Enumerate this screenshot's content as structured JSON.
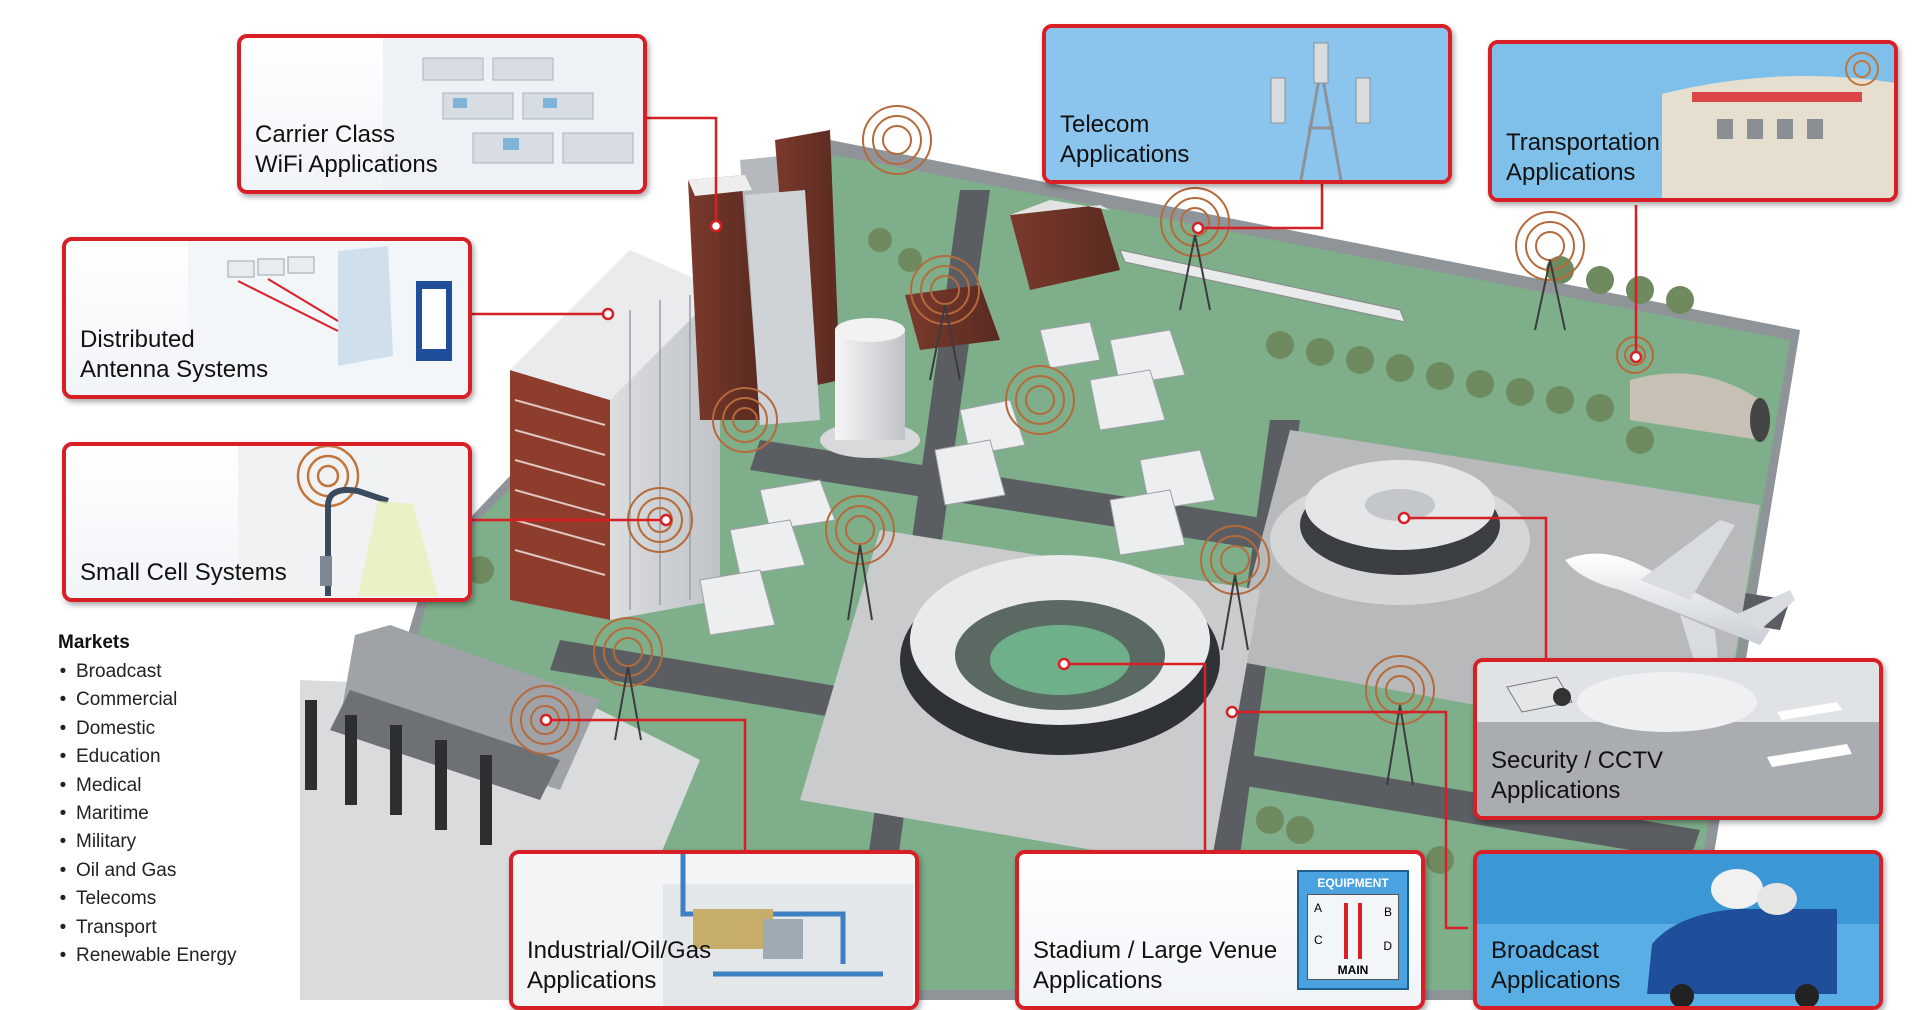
{
  "callouts": {
    "wifi": "Carrier Class\nWiFi Applications",
    "das": "Distributed\nAntenna Systems",
    "small_cell": "Small Cell Systems",
    "telecom": "Telecom\nApplications",
    "transport": "Transportation\nApplications",
    "security": "Security / CCTV\nApplications",
    "industrial": "Industrial/Oil/Gas\nApplications",
    "stadium": "Stadium / Large Venue\nApplications",
    "broadcast": "Broadcast\nApplications"
  },
  "equipment_panel": {
    "title": "EQUIPMENT",
    "slots": [
      "A",
      "B",
      "C",
      "D"
    ],
    "main": "MAIN"
  },
  "markets": {
    "title": "Markets",
    "bullet": "•",
    "items": [
      "Broadcast",
      "Commercial",
      "Domestic",
      "Education",
      "Medical",
      "Maritime",
      "Military",
      "Oil and Gas",
      "Telecoms",
      "Transport",
      "Renewable Energy"
    ]
  },
  "colors": {
    "accent": "#d81f26",
    "grass": "#7fae8a",
    "road": "#5a5d61",
    "concrete": "#c9cbcd",
    "sky": "#4aa6e0"
  }
}
